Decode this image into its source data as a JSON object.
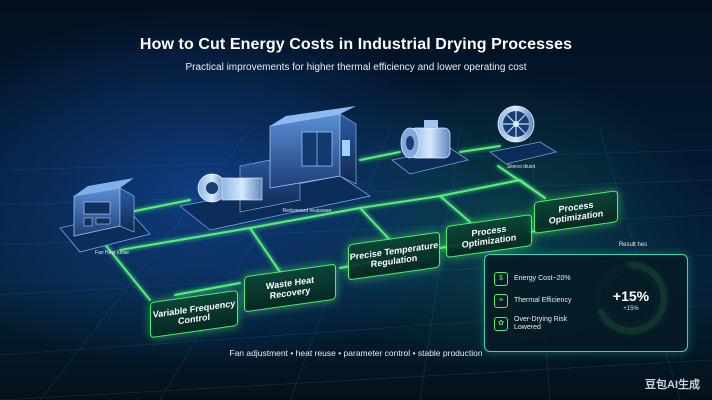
{
  "header": {
    "title": "How to Cut Energy Costs in Industrial Drying Processes",
    "subtitle": "Practical improvements for higher thermal efficiency and lower operating cost"
  },
  "equipment_tags": {
    "control_panel": "Fan Heat lunse",
    "dryer_unit": "Reduaward reussoser",
    "fan_unit": "Sitensi diuiot"
  },
  "steps": [
    {
      "id": "step-1",
      "label": "Variable Frequency Control"
    },
    {
      "id": "step-2",
      "label": "Waste Heat Recovery"
    },
    {
      "id": "step-3",
      "label": "Precise Temperature Regulation"
    },
    {
      "id": "step-4",
      "label": "Process Optimization"
    },
    {
      "id": "step-5",
      "label": "Process Optimization"
    }
  ],
  "results": {
    "title": "Result hes",
    "metrics": [
      {
        "label": "Energy Cost−20%",
        "icon": "dollar-icon"
      },
      {
        "label": "Thermal Efficiency",
        "icon": "list-icon"
      },
      {
        "label": "Over-Drying Risk Lowered",
        "icon": "leaf-icon"
      }
    ],
    "gauge_value": "+15%",
    "gauge_sub": "+15%",
    "gauge_fill": 0.68
  },
  "footer": "Fan adjustment • heat reuse • parameter control • stable production",
  "watermark": "豆包AI生成",
  "colors": {
    "accent": "#4cf06a",
    "teal": "#3ad8b2",
    "background": "#041a33"
  }
}
